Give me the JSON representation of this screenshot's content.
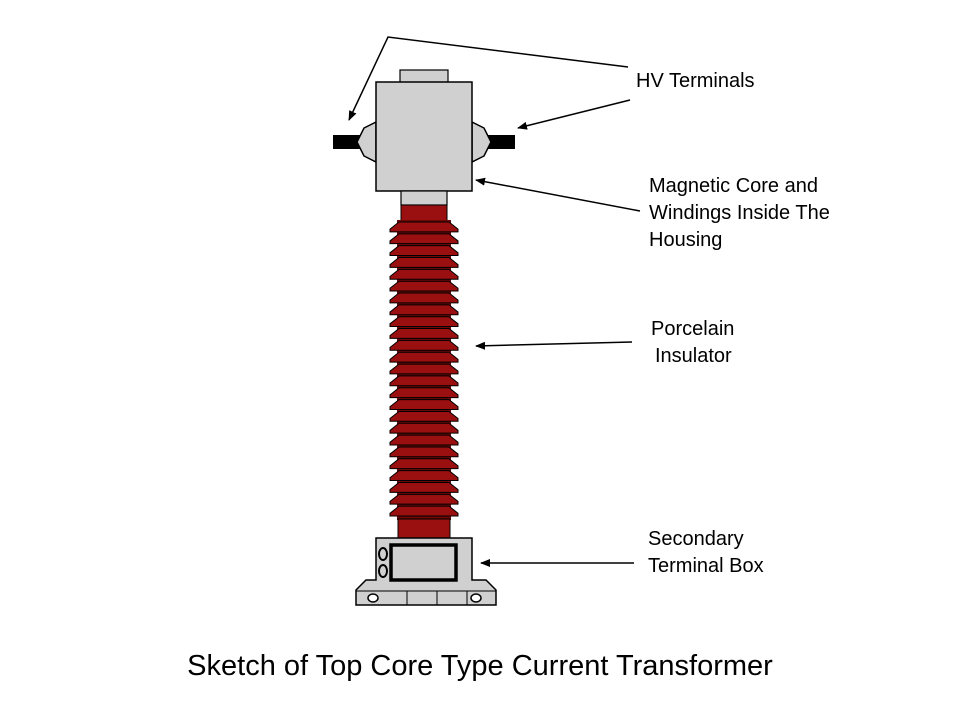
{
  "caption": "Sketch of Top Core Type Current Transformer",
  "labels": {
    "hv_terminals": "HV Terminals",
    "magnetic_core": [
      "Magnetic Core and",
      "Windings Inside The",
      "Housing"
    ],
    "porcelain_insulator": [
      "Porcelain",
      "Insulator"
    ],
    "secondary_terminal_box": [
      "Secondary",
      "Terminal Box"
    ]
  },
  "colors": {
    "housing": "#d0d0d0",
    "insulator": "#9a0f0f",
    "insulator_dark": "#6e0808",
    "outline": "#000000",
    "terminal": "#000000"
  }
}
